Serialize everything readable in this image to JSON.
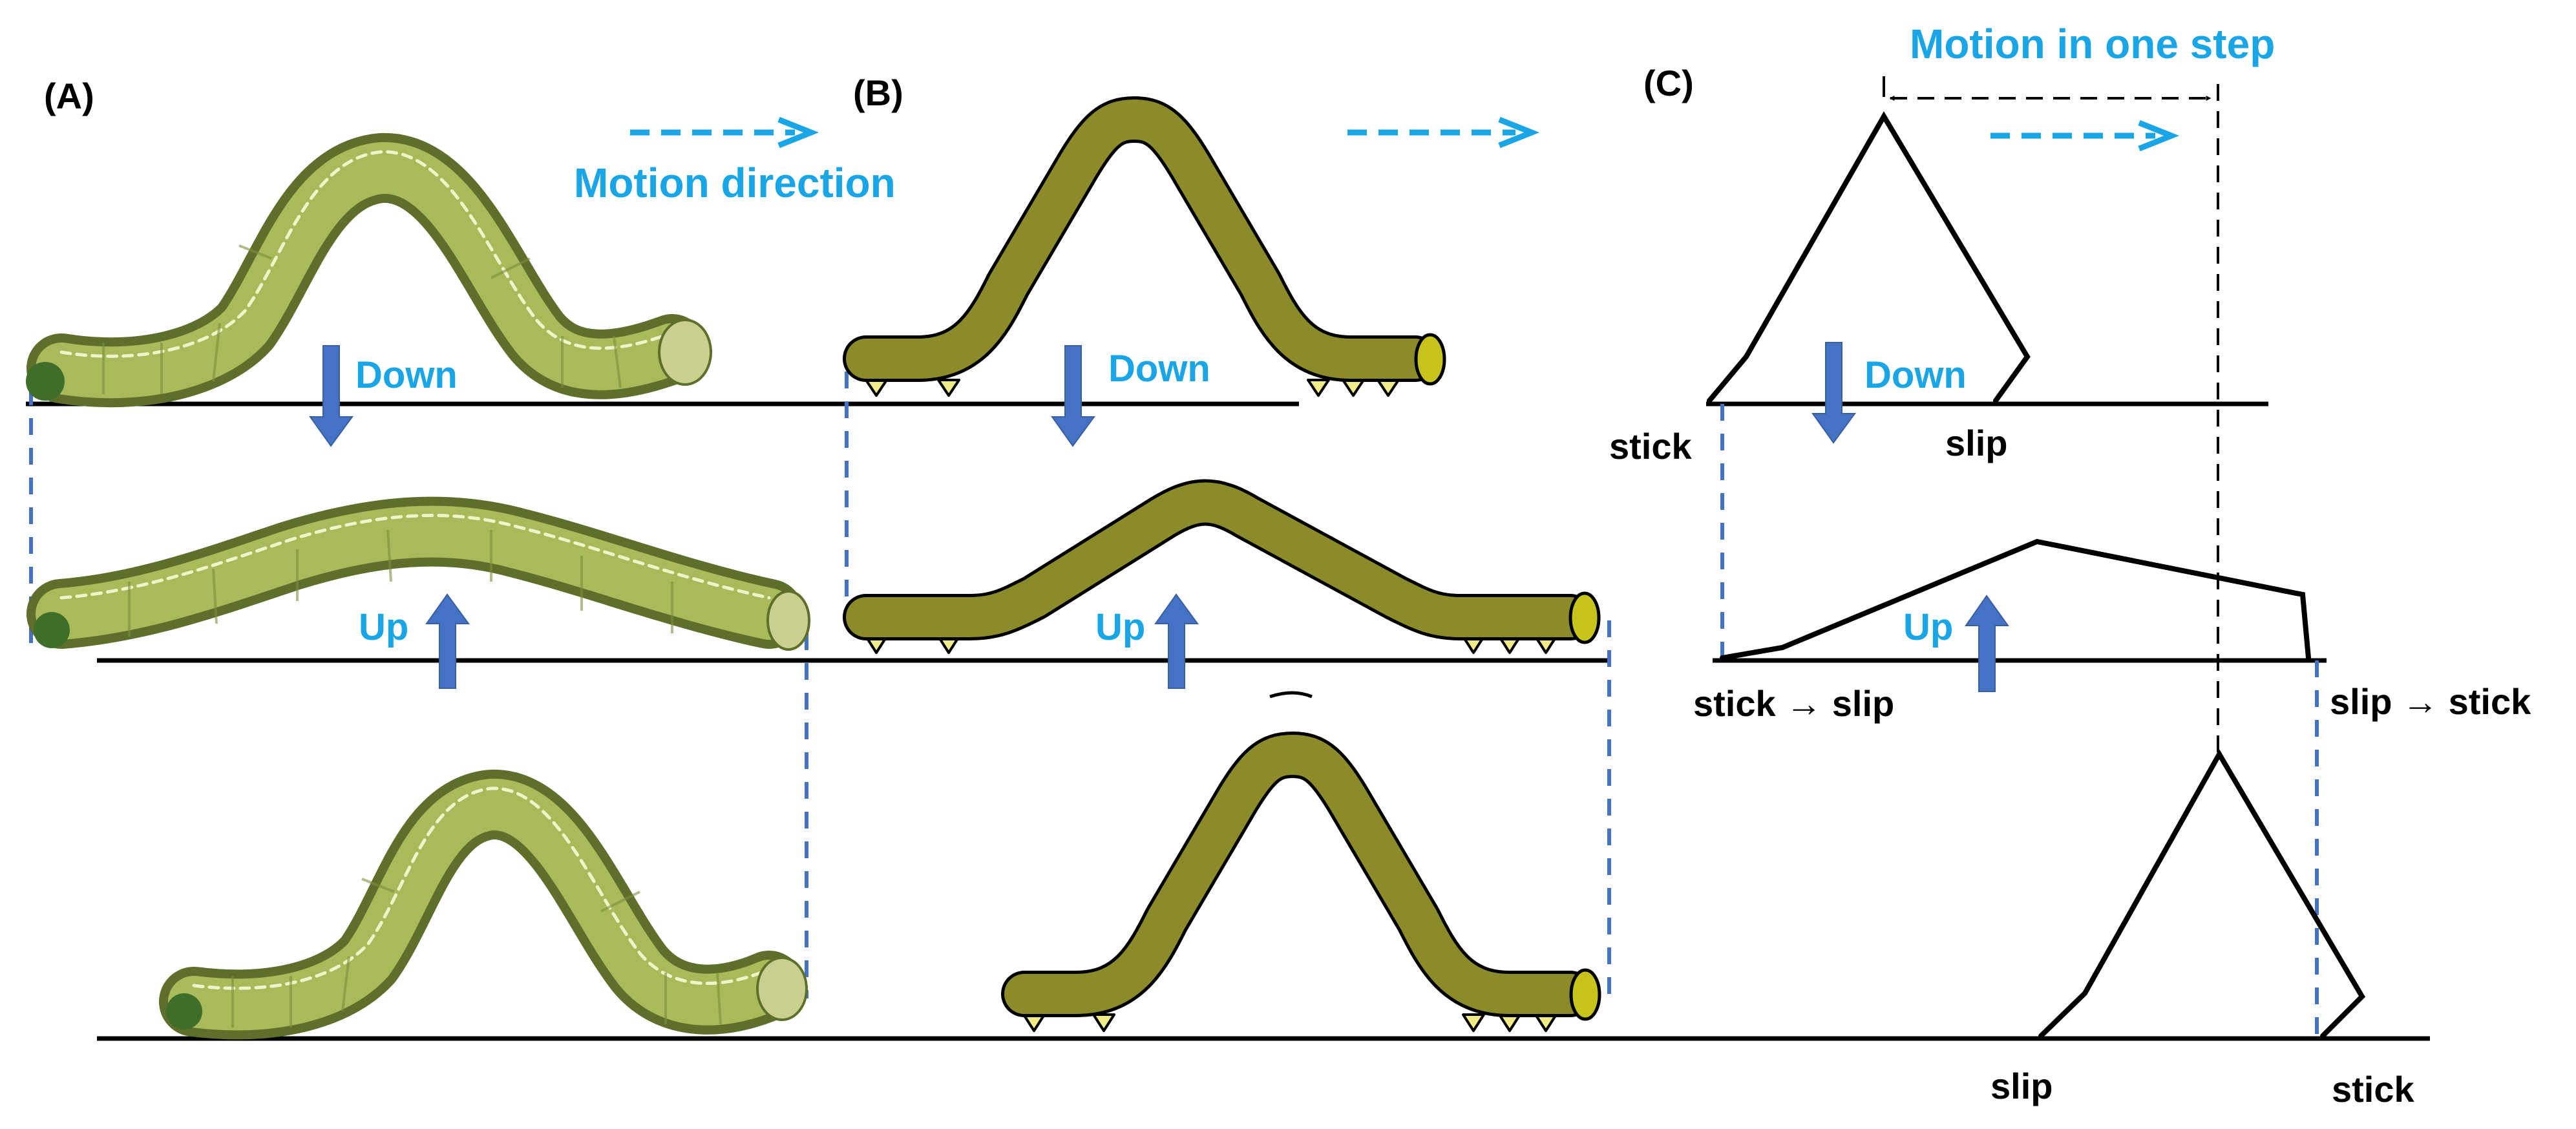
{
  "colors": {
    "accent": "#1aa6e6",
    "arrow": "#4472c4",
    "guide": "#4472c4",
    "body": "#8c8b2a",
    "head": "#c6c41a",
    "leg": "#f0ec8a",
    "photo_light": "#a9ba5a",
    "photo_dark": "#5e6f2c"
  },
  "panels": {
    "a": {
      "label": "(A)"
    },
    "b": {
      "label": "(B)"
    },
    "c": {
      "label": "(C)"
    }
  },
  "labels": {
    "motion_direction": "Motion direction",
    "motion_in_one_step": "Motion in one step",
    "down": "Down",
    "up": "Up",
    "stick": "stick",
    "slip": "slip",
    "stick_to_slip": "stick → slip",
    "slip_to_stick": "slip → stick"
  },
  "icons": {
    "motion_arrow": "dashed-right-arrow",
    "down_arrow": "block-down-arrow",
    "up_arrow": "block-up-arrow",
    "one_step_arrow": "double-headed-arrow"
  }
}
